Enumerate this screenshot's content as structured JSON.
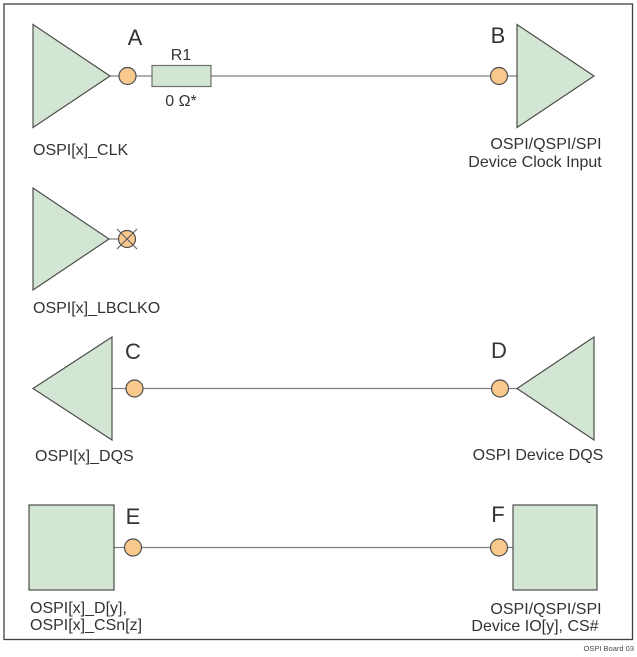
{
  "figure": {
    "tag": "OSPI Board 03"
  },
  "colors": {
    "shape_fill": "#d3e6d3",
    "shape_stroke": "#4d4d4d",
    "node_fill": "#f8c88c",
    "node_stroke": "#4d4d4d",
    "wire": "#808080",
    "text": "#333333",
    "border": "#404040"
  },
  "points": {
    "a": "A",
    "b": "B",
    "c": "C",
    "d": "D",
    "e": "E",
    "f": "F"
  },
  "clk_row": {
    "source": "OSPI[x]_CLK",
    "resistor_ref": "R1",
    "resistor_value": "0 Ω*",
    "dest_line1": "OSPI/QSPI/SPI",
    "dest_line2": "Device Clock Input"
  },
  "lbclko_row": {
    "source": "OSPI[x]_LBCLKO"
  },
  "dqs_row": {
    "source": "OSPI[x]_DQS",
    "dest": "OSPI Device DQS"
  },
  "data_row": {
    "source_line1": "OSPI[x]_D[y],",
    "source_line2": "OSPI[x]_CSn[z]",
    "dest_line1": "OSPI/QSPI/SPI",
    "dest_line2": "Device IO[y], CS#"
  }
}
